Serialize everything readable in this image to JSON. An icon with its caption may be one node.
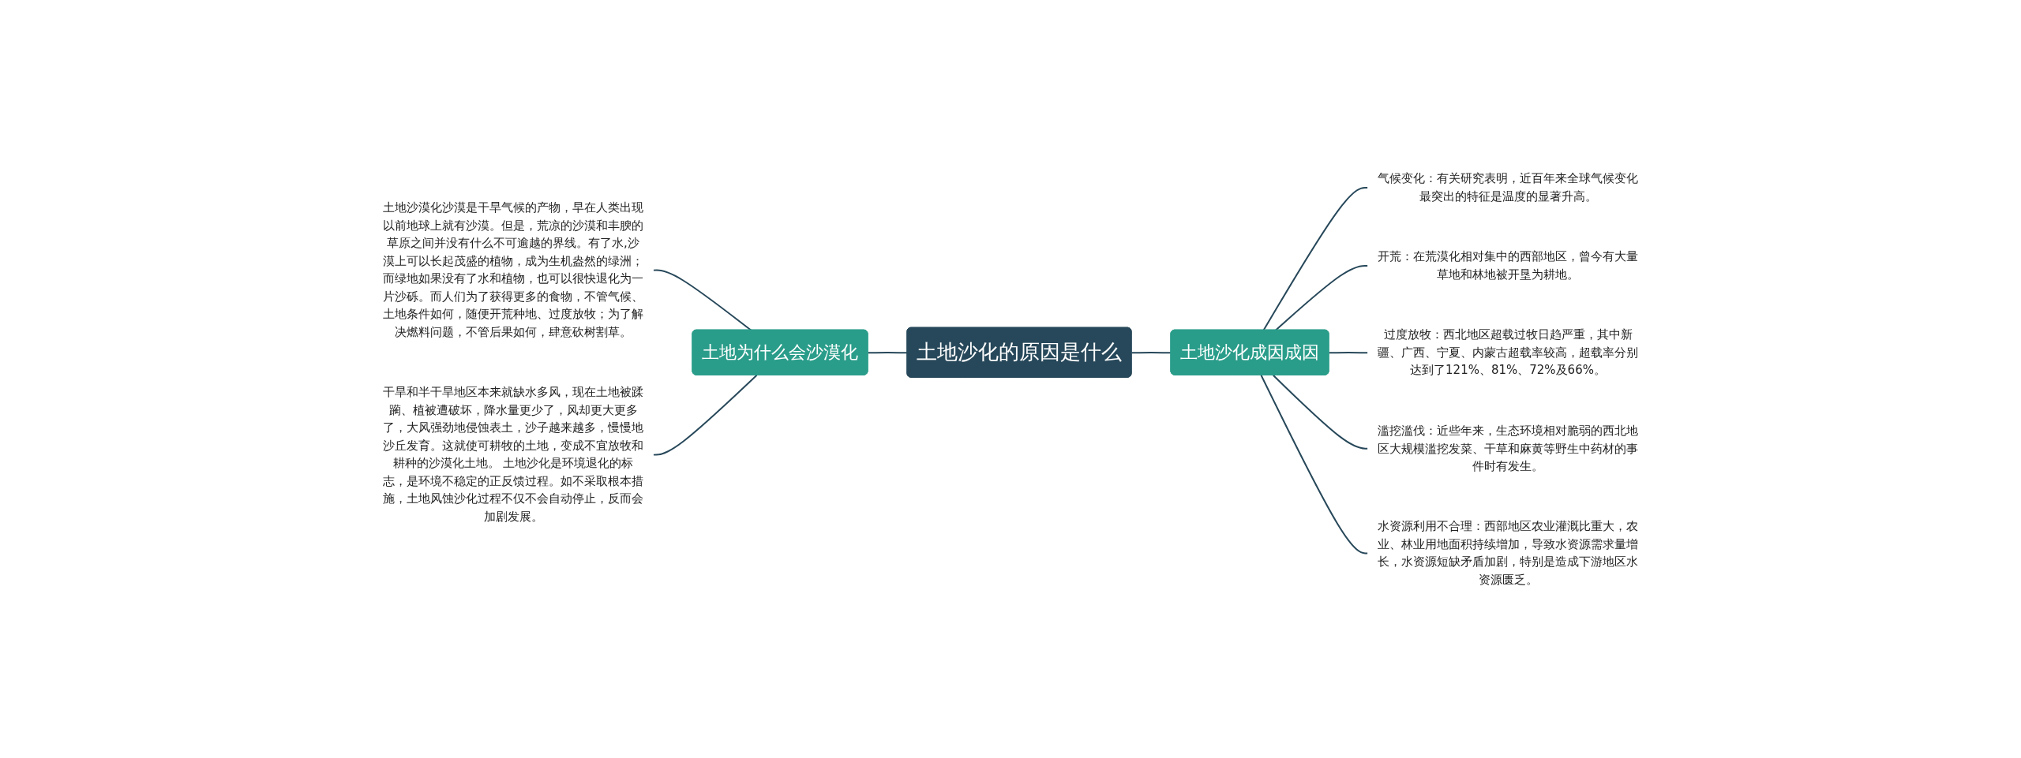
{
  "diagram": {
    "nodes": [
      {
        "text": [
          "土地沙化的原因是什么"
        ]
      },
      {
        "text": [
          "土地为什么会沙漠化"
        ]
      },
      {
        "text": [
          "土地沙漠化沙漠是干旱气候的产物，早在人类出现以前地球上就有沙漠。但是，荒凉的沙漠和丰腴的草原之间并没有什么不可逾越的界线。有了水,沙漠上可以长起茂盛的植物，成为生机盎然的绿洲；而绿地如果没有了水和植物，也可以很快退化为一片沙砾。而人们为了获得更多的食物，不管气候、土地条件如何，随便开荒种地、过度放牧；为了解决燃料问题，不管后果如何，肆意砍树割草。"
        ]
      },
      {
        "text": [
          "干旱和半干旱地区本来就缺水多风，现在土地被蹂躏、植被遭破坏，降水量更少了，风却更大更多了，大风强劲地侵蚀表土，沙子越来越多，慢慢地沙丘发育。这就使可耕牧的土地，变成不宜放牧和耕种的沙漠化土地。 土地沙化是环境退化的标志，是环境不稳定的正反馈过程。如不采取根本措施，土地风蚀沙化过程不仅不会自动停止，反而会加剧发展。"
        ]
      },
      {
        "text": [
          "土地沙化成因成因"
        ]
      },
      {
        "text": [
          "气候变化：有关研究表明，近百年来全球气候变化最突出的特征是温度的显著升高。"
        ]
      },
      {
        "text": [
          "开荒：在荒漠化相对集中的西部地区，曾今有大量草地和林地被开垦为耕地。"
        ]
      },
      {
        "text": [
          "过度放牧：西北地区超载过牧日趋严重，其中新疆、广西、宁夏、内蒙古超载率较高，超载率分别达到了121%、81%、72%及66%。"
        ]
      },
      {
        "text": [
          "滥挖滥伐：近些年来，生态环境相对脆弱的西北地区大规模滥挖发菜、干草和麻黄等野生中药材的事件时有发生。"
        ]
      },
      {
        "text": [
          "水资源利用不合理：西部地区农业灌溉比重大，农业、林业用地面积持续增加，导致水资源需求量增长，水资源短缺矛盾加剧，特别是造成下游地区水资源匮乏。"
        ]
      }
    ],
    "edges": [
      {
        "from": 1,
        "to": 0,
        "arrow": "none"
      },
      {
        "from": 2,
        "to": 1,
        "arrow": "none"
      },
      {
        "from": 3,
        "to": 1,
        "arrow": "none"
      },
      {
        "from": 0,
        "to": 4,
        "arrow": "none"
      },
      {
        "from": 4,
        "to": 5,
        "arrow": "none"
      },
      {
        "from": 4,
        "to": 6,
        "arrow": "none"
      },
      {
        "from": 4,
        "to": 7,
        "arrow": "none"
      },
      {
        "from": 4,
        "to": 8,
        "arrow": "none"
      },
      {
        "from": 4,
        "to": 9,
        "arrow": "none"
      }
    ]
  }
}
